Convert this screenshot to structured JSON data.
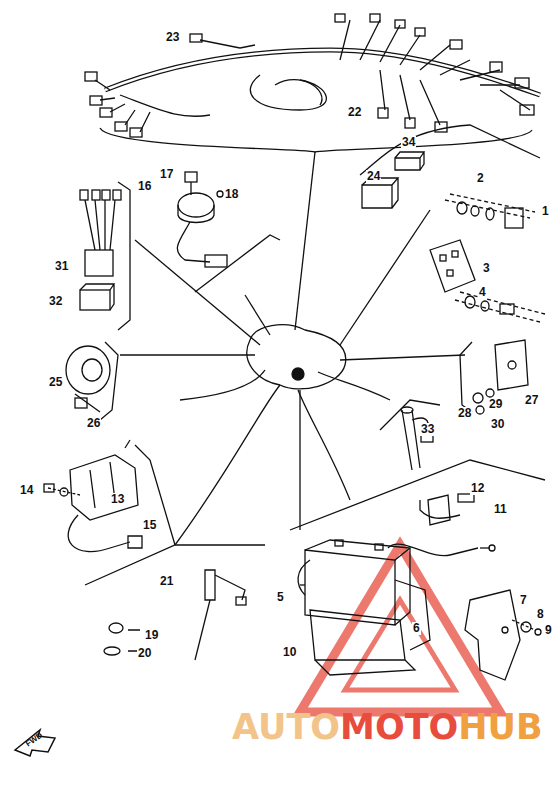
{
  "diagram": {
    "labels": [
      "23",
      "22",
      "16",
      "17",
      "18",
      "34",
      "24",
      "2",
      "1",
      "3",
      "4",
      "31",
      "32",
      "25",
      "26",
      "27",
      "28",
      "29",
      "30",
      "33",
      "14",
      "13",
      "15",
      "12",
      "11",
      "21",
      "19",
      "20",
      "5",
      "6",
      "7",
      "8",
      "9",
      "10",
      "AUTO",
      "MOTO",
      "HUB",
      "FWD"
    ]
  }
}
